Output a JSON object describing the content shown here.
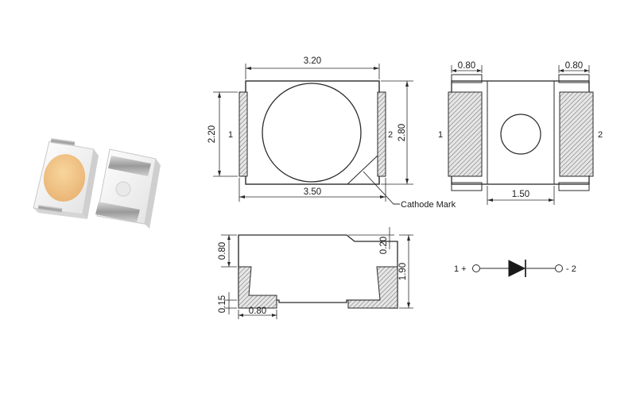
{
  "top_view": {
    "width_top": "3.20",
    "width_bottom": "3.50",
    "height_left": "2.20",
    "height_right": "2.80",
    "pad_left": "1",
    "pad_right": "2",
    "cathode_mark": "Cathode Mark"
  },
  "bottom_view": {
    "pad_width_left": "0.80",
    "pad_width_right": "0.80",
    "pad_gap": "1.50",
    "pad_left": "1",
    "pad_right": "2"
  },
  "side_view": {
    "pad_height": "0.80",
    "standoff": "0.15",
    "pad_length": "0.80",
    "top_offset": "0.20",
    "total_height": "1.90"
  },
  "schematic": {
    "anode": "1 +",
    "cathode": "- 2"
  },
  "colors": {
    "line": "#2a2a2a",
    "led_yellow": "#f2c488",
    "package_white": "#f4f4f4"
  }
}
